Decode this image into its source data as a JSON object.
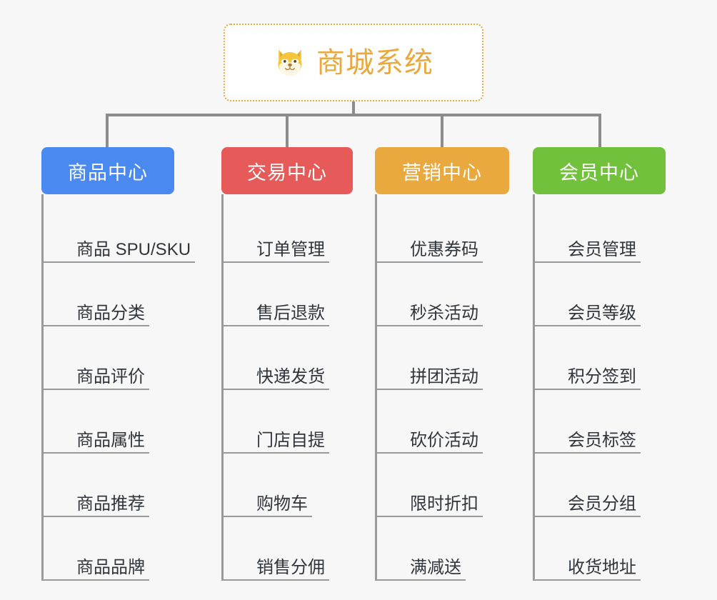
{
  "diagram": {
    "type": "mind-map",
    "background_color": "#f7f7f7",
    "connector_color": "#8c8c8c"
  },
  "root": {
    "title": "商城系统",
    "icon": "shiba-dog-emoji",
    "text_color": "#e9a93e",
    "border_color": "#e9a93e",
    "border_style": "dotted",
    "background_color": "#ffffff"
  },
  "categories": [
    {
      "label": "商品中心",
      "color": "#4a8af0",
      "items": [
        "商品 SPU/SKU",
        "商品分类",
        "商品评价",
        "商品属性",
        "商品推荐",
        "商品品牌"
      ]
    },
    {
      "label": "交易中心",
      "color": "#e75a5a",
      "items": [
        "订单管理",
        "售后退款",
        "快递发货",
        "门店自提",
        "购物车",
        "销售分佣"
      ]
    },
    {
      "label": "营销中心",
      "color": "#eaa93e",
      "items": [
        "优惠券码",
        "秒杀活动",
        "拼团活动",
        "砍价活动",
        "限时折扣",
        "满减送"
      ]
    },
    {
      "label": "会员中心",
      "color": "#72c13c",
      "items": [
        "会员管理",
        "会员等级",
        "积分签到",
        "会员标签",
        "会员分组",
        "收货地址"
      ]
    }
  ]
}
